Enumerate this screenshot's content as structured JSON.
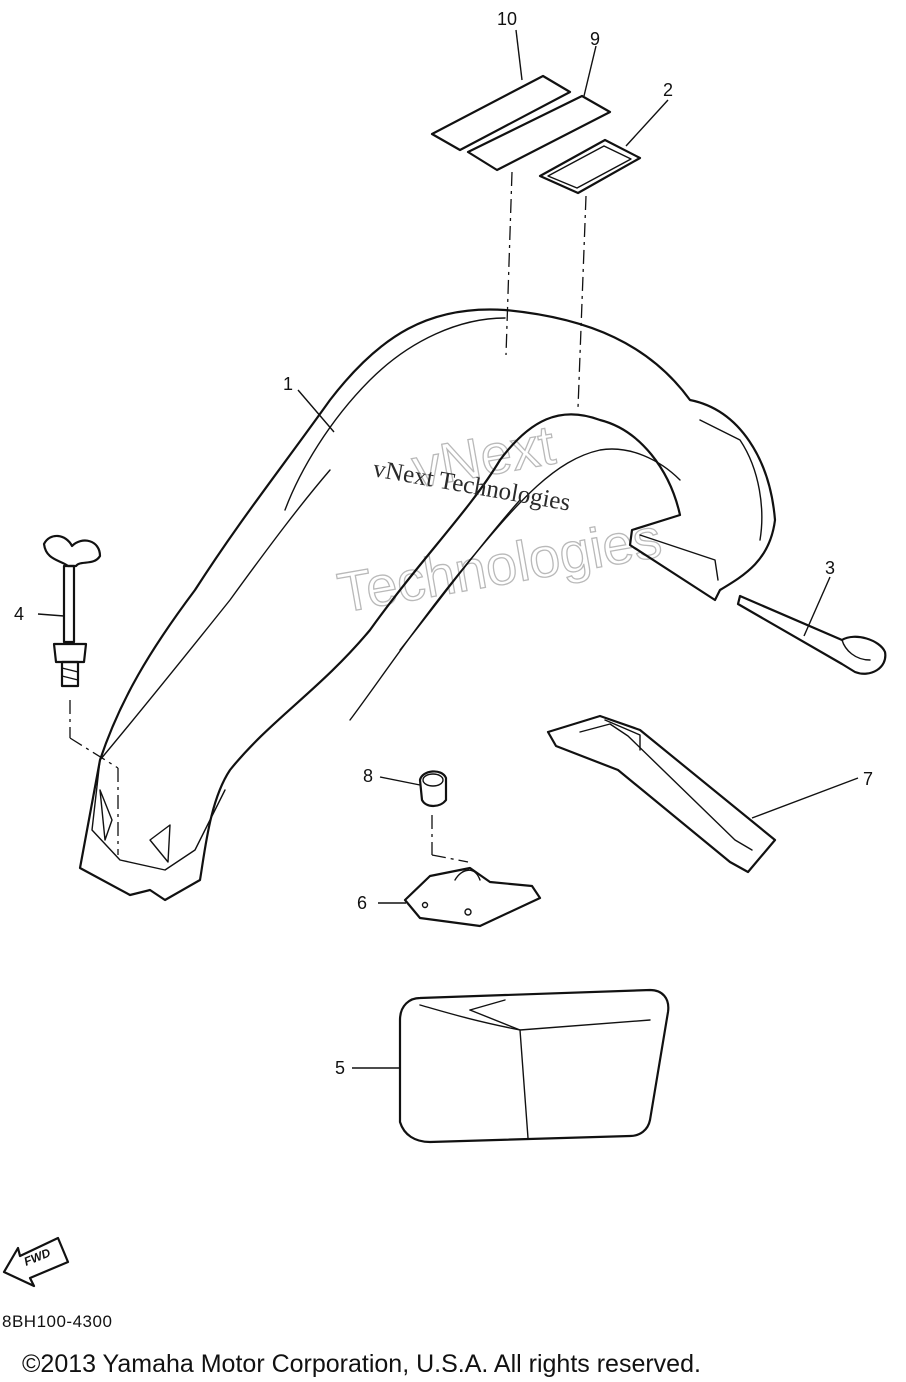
{
  "diagram": {
    "callouts": [
      "1",
      "2",
      "3",
      "4",
      "5",
      "6",
      "7",
      "8",
      "9",
      "10"
    ],
    "direction_arrow_label": "FWD",
    "part_code": "8BH100-4300",
    "copyright": "©2013 Yamaha Motor Corporation, U.S.A. All rights reserved."
  },
  "watermark": {
    "small": "vNext Technologies",
    "large_line1": "vNext",
    "large_line2": "Technologies"
  }
}
